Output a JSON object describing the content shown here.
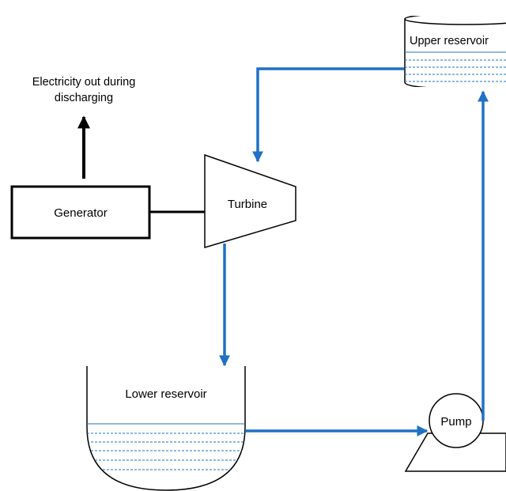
{
  "colors": {
    "flow": "#1f72c4",
    "outline": "#000000",
    "water_line": "#1f72c4",
    "background": "#ffffff"
  },
  "labels": {
    "electricity_out_line1": "Electricity out during",
    "electricity_out_line2": "discharging",
    "generator": "Generator",
    "turbine": "Turbine",
    "upper_reservoir": "Upper reservoir",
    "lower_reservoir": "Lower reservoir",
    "pump": "Pump"
  }
}
